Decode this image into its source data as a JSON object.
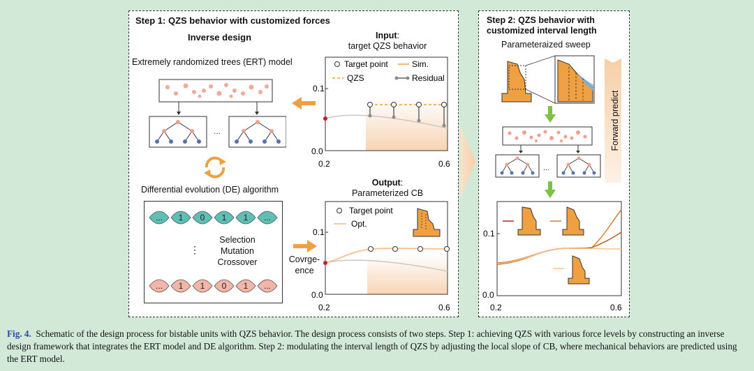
{
  "step1": {
    "title": "Step 1: QZS behavior with customized forces",
    "inverse_design": "Inverse design",
    "ert_model": "Extremely randomized trees (ERT) model",
    "de_algorithm": "Differential evolution (DE) algorithm",
    "ops": [
      "Selection",
      "Mutation",
      "Crossover"
    ],
    "convergence": [
      "Covrge-",
      "ence"
    ],
    "ellipsis": "...",
    "vertical_dots": "⋮",
    "chromosome_top": [
      "...",
      "1",
      "0",
      "1",
      "1",
      "..."
    ],
    "chromosome_bottom": [
      "...",
      "1",
      "1",
      "0",
      "1",
      "..."
    ]
  },
  "input_chart": {
    "title_bold": "Input",
    "title_rest": ":",
    "subtitle": "target QZS behavior",
    "legend": [
      "Target point",
      "Sim.",
      "QZS",
      "Residual"
    ],
    "yticks": [
      "0.1",
      "0.0"
    ],
    "xticks": [
      "0.2",
      "0.6"
    ]
  },
  "output_chart": {
    "title_bold": "Output",
    "title_rest": ":",
    "subtitle": "Parameterized CB",
    "legend": [
      "Target point",
      "Opt."
    ],
    "yticks": [
      "0.1",
      "0.0"
    ],
    "xticks": [
      "0.2",
      "0.6"
    ]
  },
  "step2": {
    "title_line1": "Step 2: QZS behavior with",
    "title_line2": "customized interval length",
    "sweep": "Parameteraized sweep",
    "forward_predict": "Forward predict",
    "ellipsis": "...",
    "yticks": [
      "0.1",
      "0.0"
    ],
    "xticks": [
      "0.2",
      "0.6"
    ]
  },
  "colors": {
    "orange": "#f0a040",
    "teal": "#5fbfb5",
    "pink": "#f2b6a8",
    "green_arrow": "#7dc242",
    "background": "#d2e9d8"
  },
  "caption": {
    "figno": "Fig. 4.",
    "text": "Schematic of the design process for bistable units with QZS behavior. The design process consists of two steps. Step 1: achieving QZS with various force levels by constructing an inverse design framework that integrates the ERT model and DE algorithm. Step 2: modulating the interval length of QZS by adjusting the local slope of CB, where mechanical behaviors are predicted using the ERT model."
  }
}
